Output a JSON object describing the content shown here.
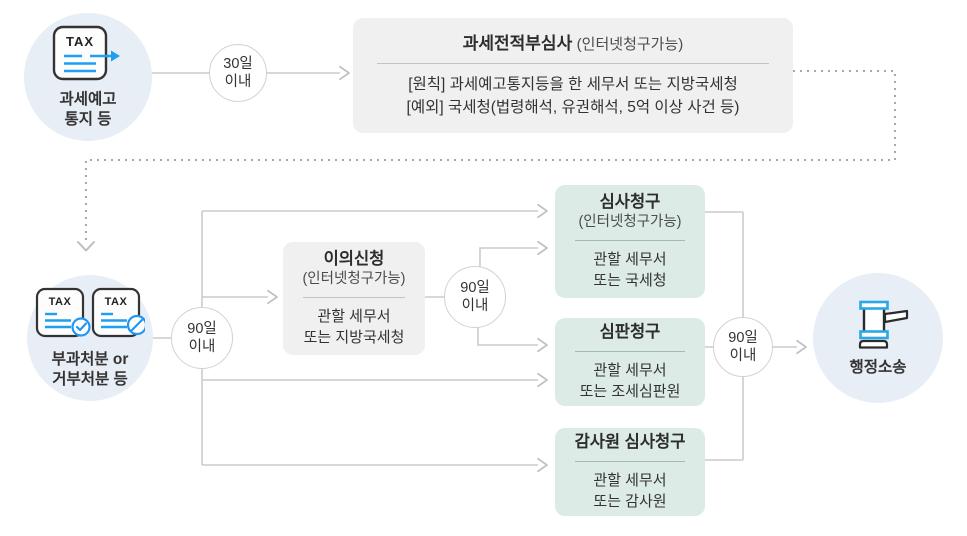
{
  "colors": {
    "accent_blue": "#1e9ff2",
    "badge_blue": "#2196f3",
    "gavel_blue": "#2aa7e8",
    "circle_bg": "#e8eef6",
    "gray_box_bg": "#f0f0f1",
    "mint_box_bg": "#dcebe6",
    "line_gray": "#cbcbcb",
    "text_dark": "#333333"
  },
  "icons": {
    "tax_label": "TAX",
    "start": "tax-document-arrow-icon",
    "disposition": [
      "tax-document-check-icon",
      "tax-document-prohibit-icon"
    ],
    "litigation": "gavel-icon"
  },
  "nodes": {
    "start": {
      "label": "과세예고\n통지 등"
    },
    "d30": {
      "label": "30일\n이내"
    },
    "pretax": {
      "title": "과세전적부심사",
      "subtitle": "(인터넷청구가능)",
      "line1": "[원칙] 과세예고통지등을 한 세무서 또는 지방국세청",
      "line2": "[예외] 국세청(법령해석, 유권해석, 5억 이상 사건 등)"
    },
    "disposition": {
      "label": "부과처분 or\n거부처분 등"
    },
    "d90_first": {
      "label": "90일\n이내"
    },
    "objection": {
      "title": "이의신청",
      "subtitle": "(인터넷청구가능)",
      "body": "관할 세무서\n또는 지방국세청"
    },
    "d90_second": {
      "label": "90일\n이내"
    },
    "review_nts": {
      "title": "심사청구",
      "subtitle": "(인터넷청구가능)",
      "body": "관할 세무서\n또는 국세청"
    },
    "tribunal": {
      "title": "심판청구",
      "body": "관할 세무서\n또는 조세심판원"
    },
    "audit_board": {
      "title": "감사원 심사청구",
      "body": "관할 세무서\n또는 감사원"
    },
    "d90_third": {
      "label": "90일\n이내"
    },
    "litigation": {
      "label": "행정소송"
    }
  }
}
